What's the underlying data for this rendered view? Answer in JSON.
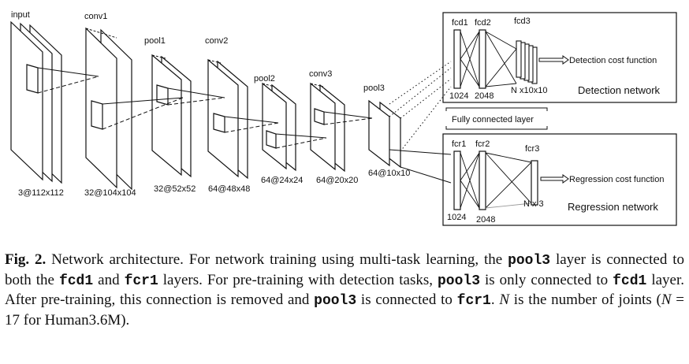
{
  "diagram": {
    "layers": {
      "input": {
        "name": "input",
        "size": "3@112x112"
      },
      "conv1": {
        "name": "conv1",
        "size": "32@104x104"
      },
      "pool1": {
        "name": "pool1",
        "size": "32@52x52"
      },
      "conv2": {
        "name": "conv2",
        "size": "64@48x48"
      },
      "pool2": {
        "name": "pool2",
        "size": "64@24x24"
      },
      "conv3": {
        "name": "conv3",
        "size": "64@20x20"
      },
      "pool3": {
        "name": "pool3",
        "size": "64@10x10"
      }
    },
    "detection": {
      "fcd1": "fcd1",
      "fcd2": "fcd2",
      "fcd3": "fcd3",
      "n1": "1024",
      "n2": "2048",
      "n3": "N x10x10",
      "cost": "Detection cost function",
      "title": "Detection network"
    },
    "regression": {
      "fcr1": "fcr1",
      "fcr2": "fcr2",
      "fcr3": "fcr3",
      "n1": "1024",
      "n2": "2048",
      "n3": "N x 3",
      "cost": "Regression cost function",
      "title": "Regression network"
    },
    "fully_connected": "Fully connected layer"
  },
  "caption": {
    "fig": "Fig. 2.",
    "t1": " Network architecture. For network training using multi-task learning, the ",
    "c1": "pool3",
    "t2": " layer is connected to both the ",
    "c2": "fcd1",
    "t3": " and ",
    "c3": "fcr1",
    "t4": " layers. For pre-training with detection tasks, ",
    "c4": "pool3",
    "t5": " is only connected to ",
    "c5": "fcd1",
    "t6": " layer. After pre-training, this connection is removed and ",
    "c6": "pool3",
    "t7": " is connected to ",
    "c7": "fcr1",
    "t8": ". ",
    "n": "N",
    "t9": " is the number of joints (",
    "n2": "N",
    "t10": " = 17 for Human3.6M)."
  }
}
